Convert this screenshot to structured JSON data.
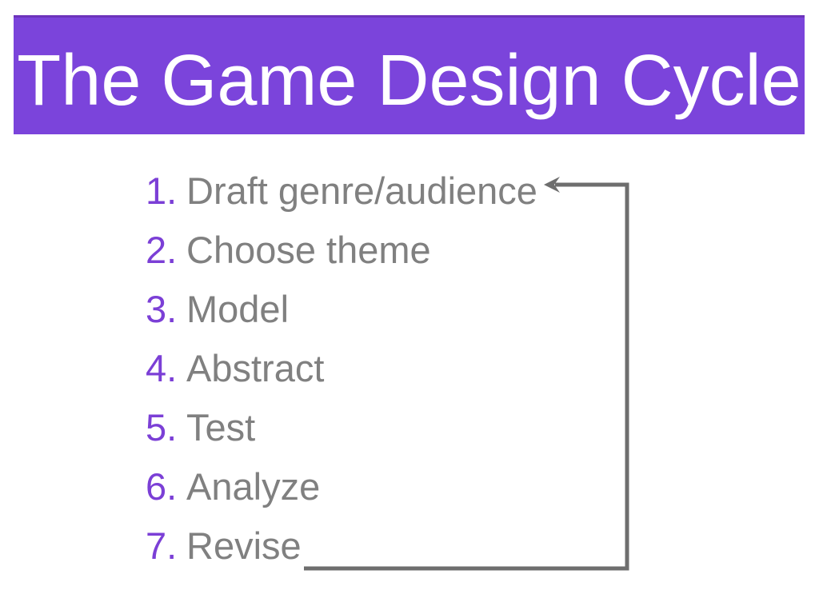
{
  "slide": {
    "title": "The Game Design Cycle",
    "steps": [
      {
        "number": "1.",
        "label": "Draft genre/audience"
      },
      {
        "number": "2.",
        "label": "Choose theme"
      },
      {
        "number": "3.",
        "label": "Model"
      },
      {
        "number": "4.",
        "label": "Abstract"
      },
      {
        "number": "5.",
        "label": "Test"
      },
      {
        "number": "6.",
        "label": "Analyze"
      },
      {
        "number": "7.",
        "label": "Revise"
      }
    ],
    "arrow": {
      "icon": "elbow-connector-left-arrow",
      "meaning": "loop from step 7 Revise back to step 1 Draft genre/audience"
    }
  },
  "colors": {
    "background": "#FFFFFF",
    "title_bar_bg": "#7B44DB",
    "title_bar_border": "#6C33BB",
    "title_text": "#FFFFFF",
    "step_number": "#7B3FD6",
    "step_label": "#808080",
    "arrow": "#6E6E6E"
  }
}
